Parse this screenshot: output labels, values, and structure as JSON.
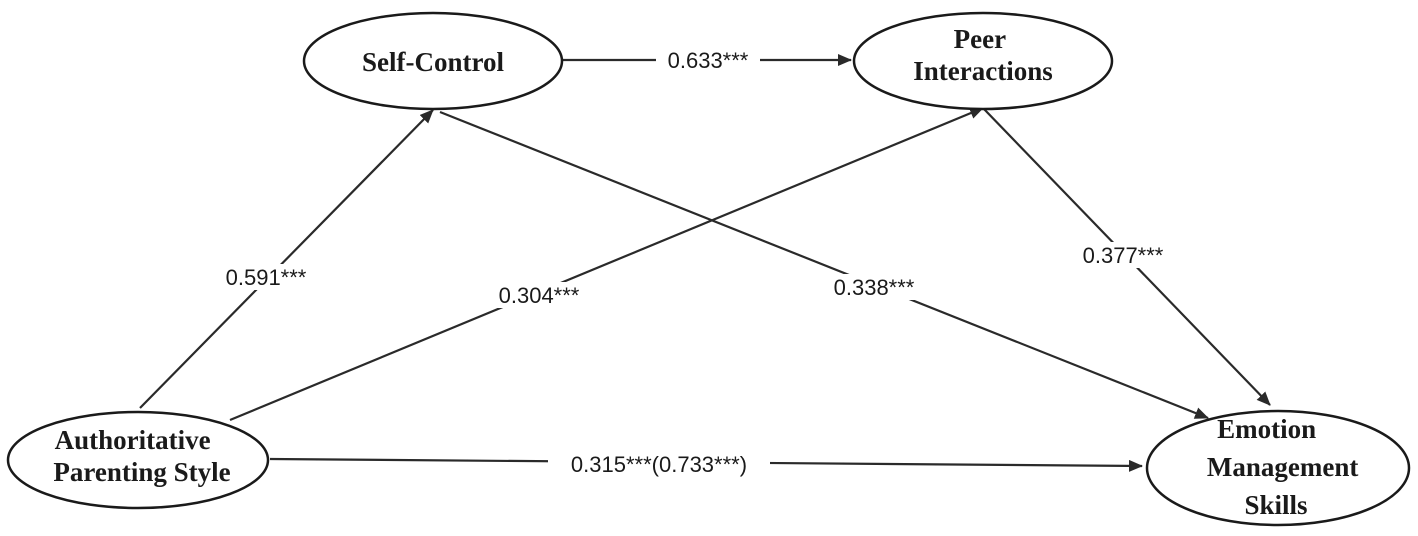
{
  "nodes": {
    "self_control": {
      "lines": [
        "Self-Control"
      ]
    },
    "peer_interactions": {
      "lines": [
        "Peer",
        "Interactions"
      ]
    },
    "parenting": {
      "lines": [
        "Authoritative",
        "Parenting Style"
      ]
    },
    "emotion": {
      "lines": [
        "Emotion",
        "Management",
        "Skills"
      ]
    }
  },
  "edges": {
    "sc_to_peer": {
      "from": "Self-Control",
      "to": "Peer Interactions",
      "label": "0.633***"
    },
    "parent_to_sc": {
      "from": "Authoritative Parenting Style",
      "to": "Self-Control",
      "label": "0.591***"
    },
    "parent_to_peer": {
      "from": "Authoritative Parenting Style",
      "to": "Peer Interactions",
      "label": "0.304***"
    },
    "sc_to_emotion": {
      "from": "Self-Control",
      "to": "Emotion Management Skills",
      "label": "0.338***"
    },
    "peer_to_emotion": {
      "from": "Peer Interactions",
      "to": "Emotion Management Skills",
      "label": "0.377***"
    },
    "parent_to_emotion": {
      "from": "Authoritative Parenting Style",
      "to": "Emotion Management Skills",
      "label": "0.315***(0.733***)"
    }
  }
}
